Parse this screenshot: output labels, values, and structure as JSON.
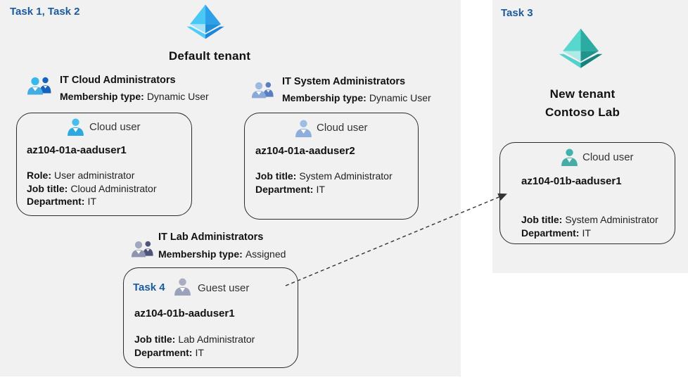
{
  "colors": {
    "panel_bg": "#F1F1F1",
    "task_text": "#1A5A9E",
    "body_text": "#1C1C1C",
    "card_border": "#2B2B2B",
    "arrow": "#333333",
    "azure_blue_light": "#49C8F5",
    "azure_blue_dark": "#1F8FDB",
    "azure_teal_light": "#58D7CF",
    "azure_teal_dark": "#1F948D",
    "user_blue": "#2FA8E2",
    "user_steelblue": "#8CAEDC",
    "user_gray": "#9BA1B8",
    "user_teal": "#46ADA6"
  },
  "left_panel": {
    "task_label": "Task 1, Task 2",
    "tenant_icon": "azure-ad-blue-diamond-icon",
    "tenant_name": "Default tenant",
    "groups": {
      "cloud": {
        "title": "IT Cloud Administrators",
        "membership_label": "Membership type:",
        "membership_value": "Dynamic User"
      },
      "system": {
        "title": "IT System Administrators",
        "membership_label": "Membership type:",
        "membership_value": "Dynamic User"
      },
      "lab": {
        "title": "IT Lab Administrators",
        "membership_label": "Membership type:",
        "membership_value": "Assigned"
      }
    },
    "cards": {
      "user1": {
        "user_type": "Cloud user",
        "name": "az104-01a-aaduser1",
        "attributes": [
          {
            "label": "Role:",
            "value": "User administrator"
          },
          {
            "label": "Job title:",
            "value": "Cloud Administrator"
          },
          {
            "label": "Department:",
            "value": "IT"
          }
        ]
      },
      "user2": {
        "user_type": "Cloud user",
        "name": "az104-01a-aaduser2",
        "attributes": [
          {
            "label": "Job title:",
            "value": "System Administrator"
          },
          {
            "label": "Department:",
            "value": "IT"
          }
        ]
      },
      "guest": {
        "task_label": "Task 4",
        "user_type": "Guest user",
        "name": "az104-01b-aaduser1",
        "attributes": [
          {
            "label": "Job title:",
            "value": "Lab Administrator"
          },
          {
            "label": "Department:",
            "value": "IT"
          }
        ]
      }
    }
  },
  "right_panel": {
    "task_label": "Task 3",
    "tenant_icon": "azure-ad-teal-diamond-icon",
    "tenant_name_line1": "New tenant",
    "tenant_name_line2": "Contoso Lab",
    "card": {
      "user_type": "Cloud user",
      "name": "az104-01b-aaduser1",
      "attributes": [
        {
          "label": "Job title:",
          "value": "System Administrator"
        },
        {
          "label": "Department:",
          "value": "IT"
        }
      ]
    }
  }
}
